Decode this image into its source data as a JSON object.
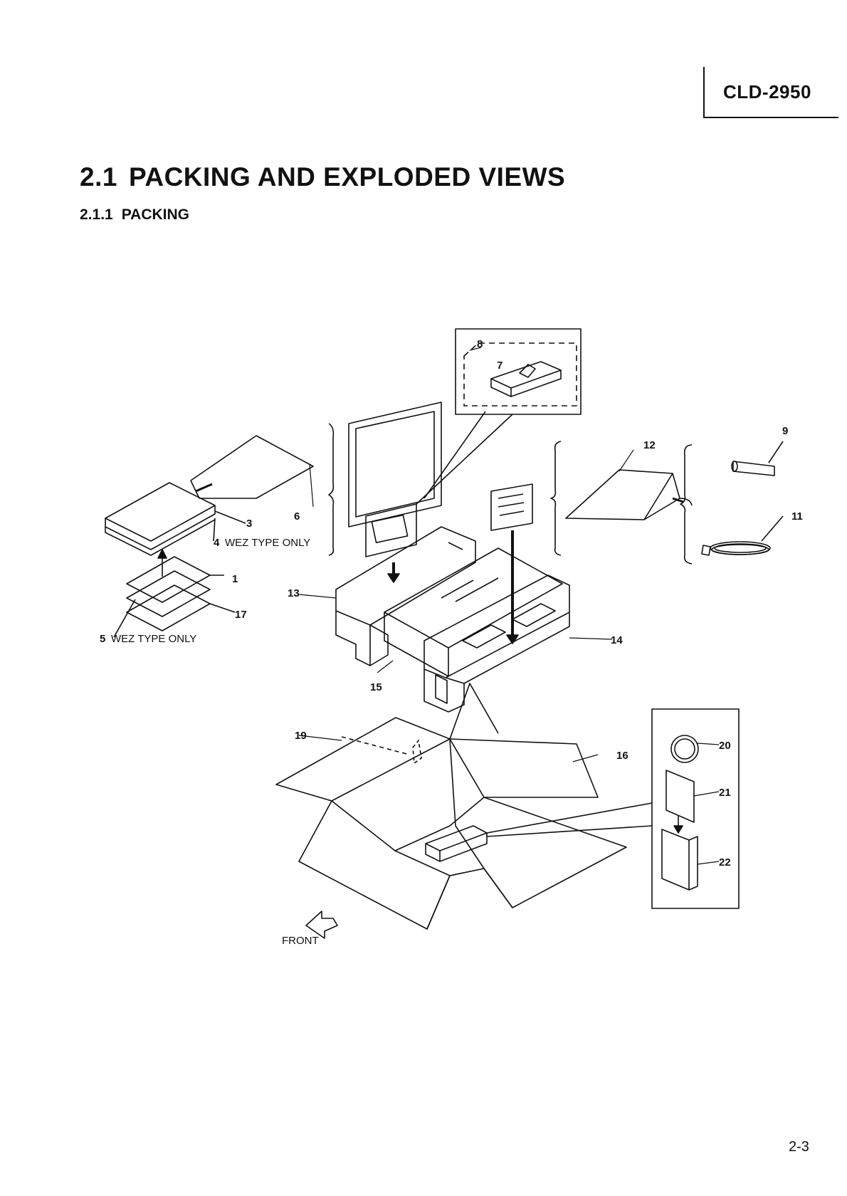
{
  "header": {
    "model": "CLD-2950"
  },
  "section": {
    "number": "2.1",
    "title": "PACKING AND EXPLODED VIEWS",
    "subsection_number": "2.1.1",
    "subsection_title": "PACKING"
  },
  "callouts": {
    "c1": "1",
    "c3": "3",
    "c4": "4",
    "c5": "5",
    "c6": "6",
    "c7": "7",
    "c8": "8",
    "c9": "9",
    "c11": "11",
    "c12": "12",
    "c13": "13",
    "c14": "14",
    "c15": "15",
    "c16": "16",
    "c17": "17",
    "c19": "19",
    "c20": "20",
    "c21": "21",
    "c22": "22"
  },
  "notes": {
    "wez_only": "WEZ TYPE ONLY",
    "front": "FRONT"
  },
  "footer": {
    "page": "2-3"
  }
}
